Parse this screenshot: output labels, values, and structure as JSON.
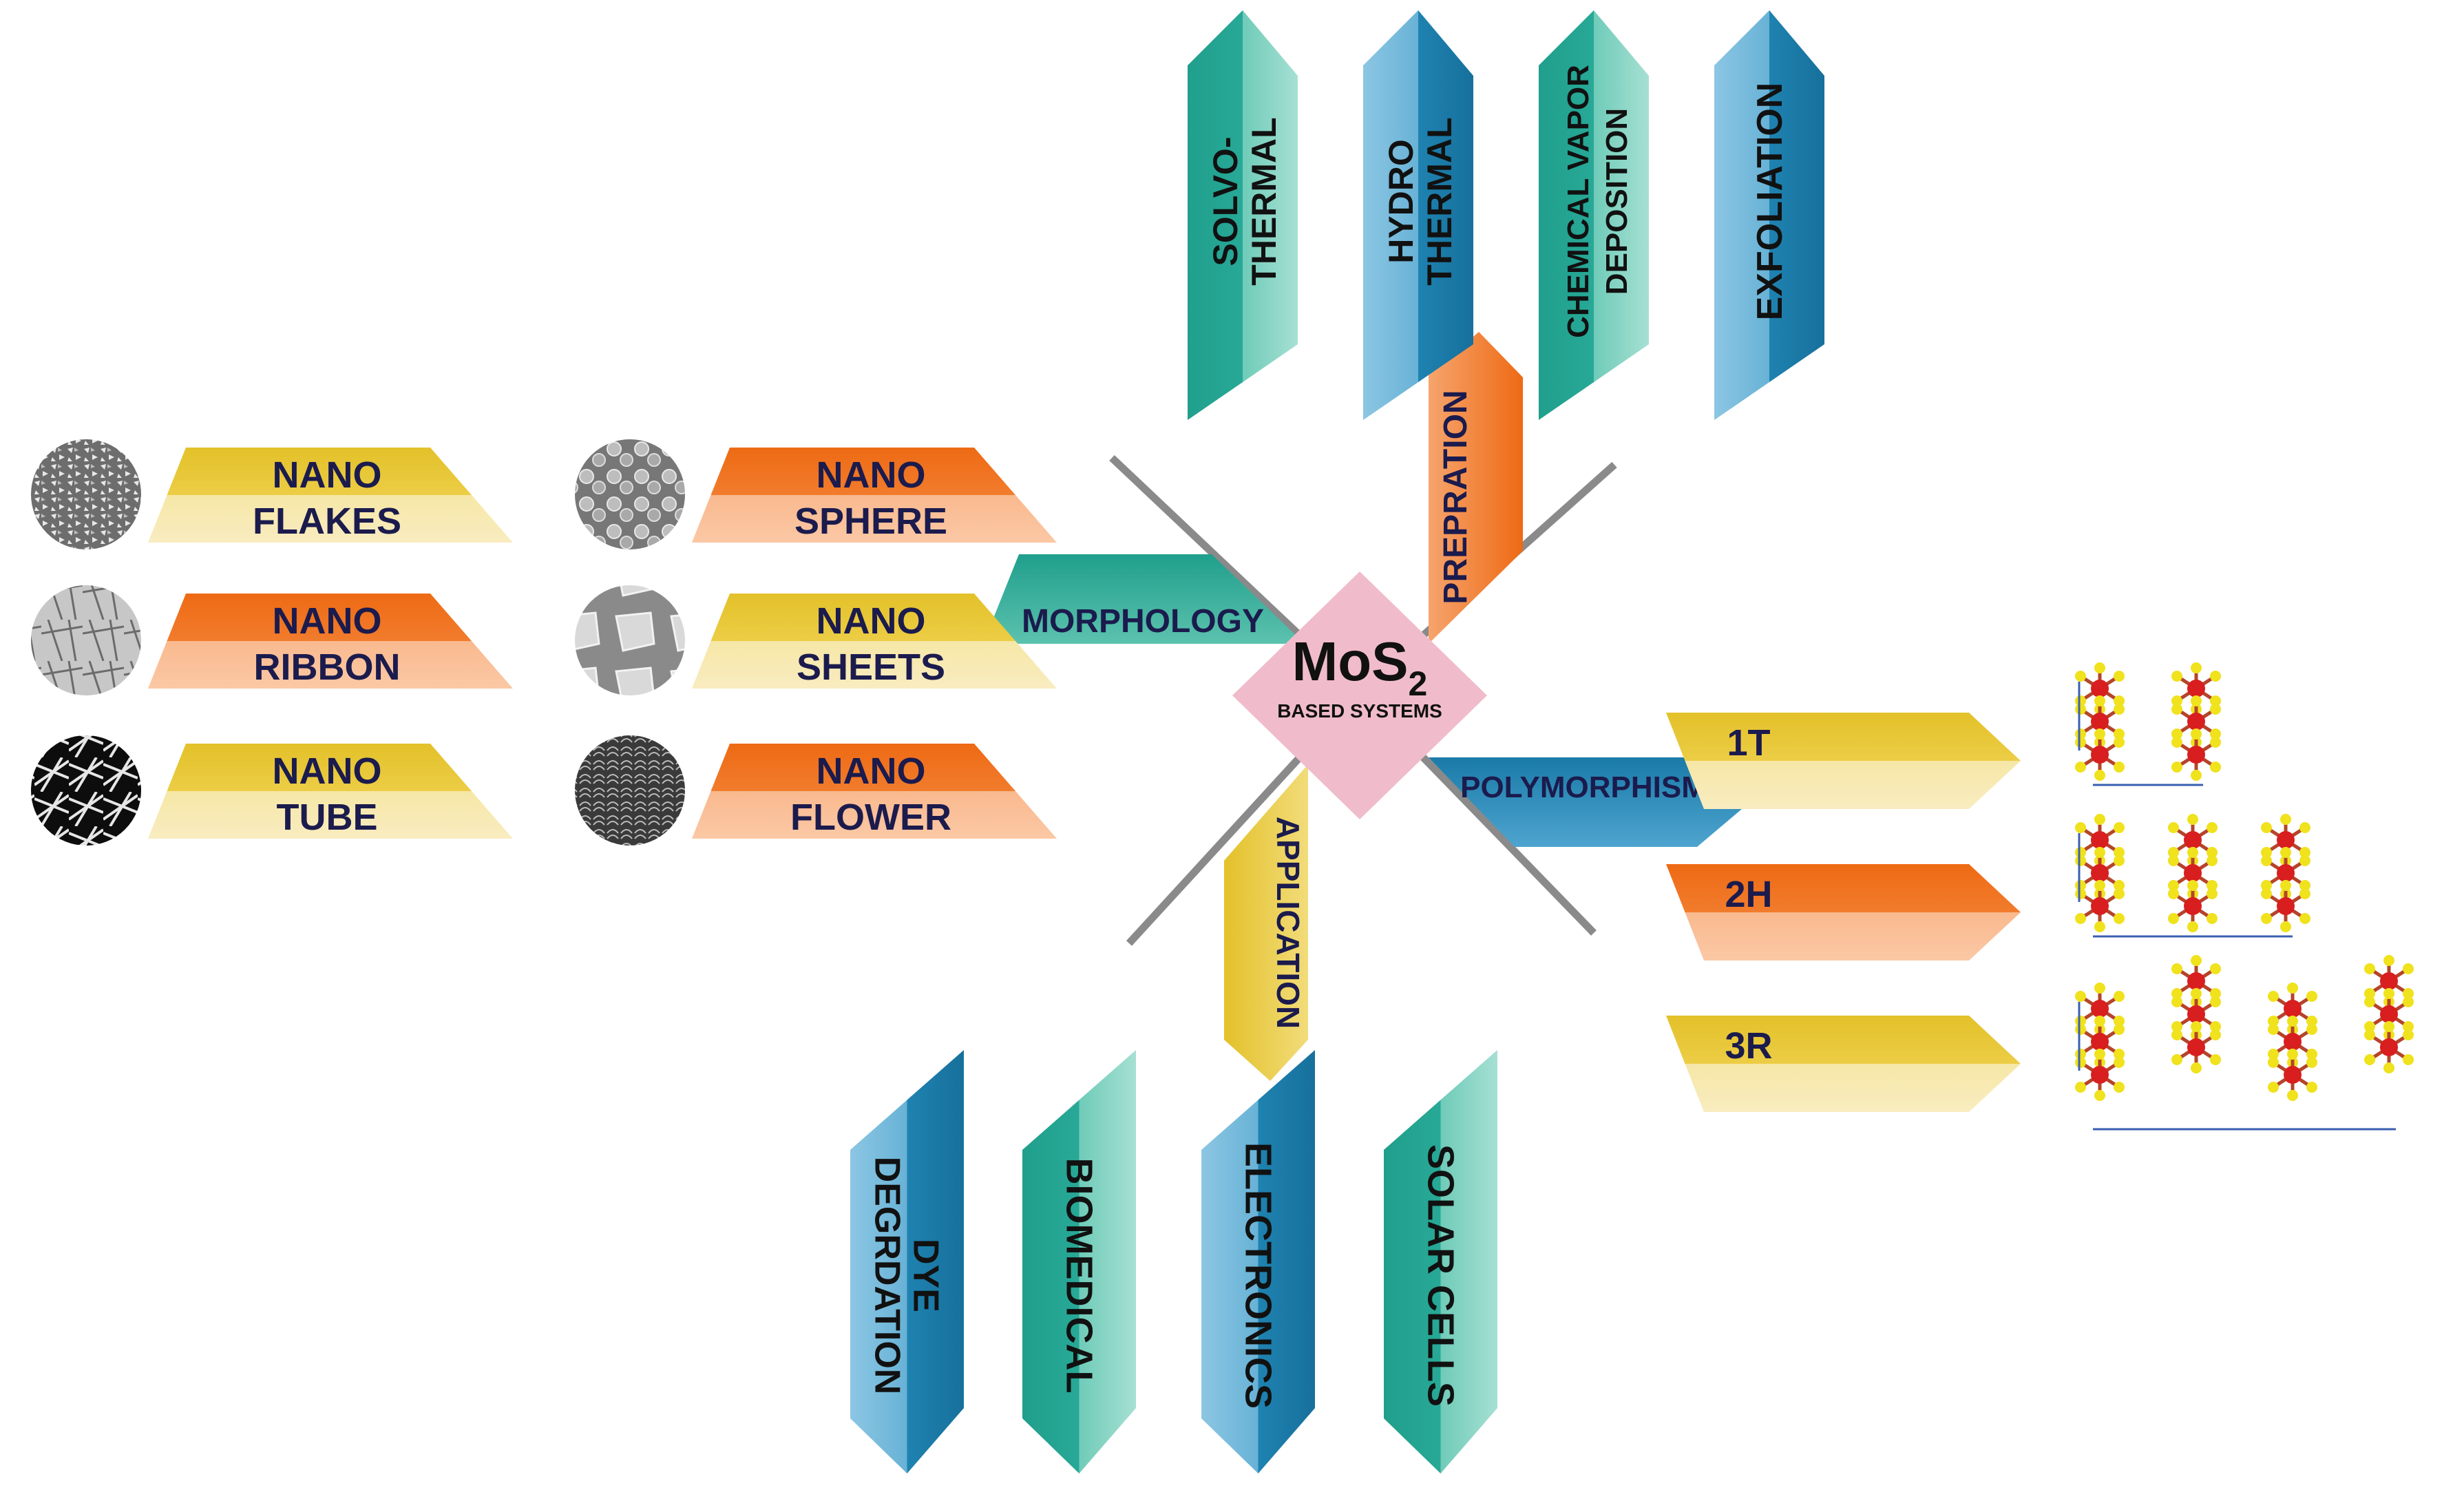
{
  "center": {
    "title_main": "MoS",
    "title_sub": "2",
    "subtitle": "BASED SYSTEMS"
  },
  "branches": {
    "morphology": "MORPHOLOGY",
    "preparation": "PREPRATION",
    "application": "APPLICATION",
    "polymorphism": "POLYMORPHISM"
  },
  "morphology_items": [
    {
      "line1": "NANO",
      "line2": "FLAKES",
      "color": "yellow",
      "image": "sem-nano-flakes"
    },
    {
      "line1": "NANO",
      "line2": "RIBBON",
      "color": "orange",
      "image": "sem-nano-ribbon"
    },
    {
      "line1": "NANO",
      "line2": "TUBE",
      "color": "yellow",
      "image": "sem-nano-tube"
    },
    {
      "line1": "NANO",
      "line2": "SPHERE",
      "color": "orange",
      "image": "sem-nano-sphere"
    },
    {
      "line1": "NANO",
      "line2": "SHEETS",
      "color": "yellow",
      "image": "sem-nano-sheets"
    },
    {
      "line1": "NANO",
      "line2": "FLOWER",
      "color": "orange",
      "image": "sem-nano-flower"
    }
  ],
  "preparation_methods": [
    {
      "line1": "SOLVO-",
      "line2": "THERMAL",
      "color": "teal"
    },
    {
      "line1": "HYDRO",
      "line2": "THERMAL",
      "color": "blue"
    },
    {
      "line1": "CHEMICAL VAPOR",
      "line2": "DEPOSITION",
      "color": "teal"
    },
    {
      "line1": "EXFOLIATION",
      "line2": "",
      "color": "blue"
    }
  ],
  "applications": [
    {
      "line1": "DYE",
      "line2": "DEGRDATION",
      "color": "blue"
    },
    {
      "line1": "BIOMEDICAL",
      "line2": "",
      "color": "teal"
    },
    {
      "line1": "ELECTRONICS",
      "line2": "",
      "color": "blue"
    },
    {
      "line1": "SOLAR CELLS",
      "line2": "",
      "color": "teal"
    }
  ],
  "polymorphs": [
    {
      "label": "1T",
      "color": "yellow",
      "structure": "1T crystal structure"
    },
    {
      "label": "2H",
      "color": "orange",
      "structure": "2H crystal structure"
    },
    {
      "label": "3R",
      "color": "yellow",
      "structure": "3R crystal structure"
    }
  ],
  "colors": {
    "yellow_dark": "#e3c12a",
    "yellow_light": "#f6e7a6",
    "orange_dark": "#ee6a14",
    "orange_light": "#f9b98e",
    "teal_dark": "#1f9f8c",
    "teal_light": "#8fd8c8",
    "blue_dark": "#1a7aa8",
    "blue_light": "#8cc6e3",
    "pink": "#f0bccb",
    "text": "#1b1b4d",
    "arm": "#8a8a8a",
    "atom_mo": "#d81e1e",
    "atom_s": "#f0e21c"
  }
}
